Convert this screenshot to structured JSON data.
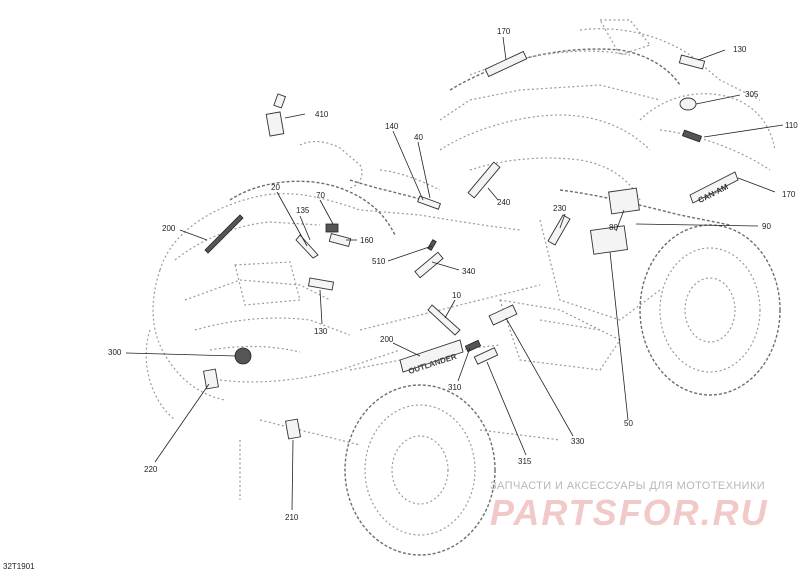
{
  "figure_code": "32T1901",
  "callouts": {
    "c10": "10",
    "c20": "20",
    "c40": "40",
    "c50": "50",
    "c70": "70",
    "c80": "80",
    "c90": "90",
    "c110": "110",
    "c130a": "130",
    "c130b": "130",
    "c135": "135",
    "c140": "140",
    "c160": "160",
    "c170a": "170",
    "c170b": "170",
    "c200a": "200",
    "c200b": "200",
    "c210": "210",
    "c220": "220",
    "c230": "230",
    "c240": "240",
    "c300": "300",
    "c305": "305",
    "c310": "310",
    "c315": "315",
    "c330": "330",
    "c340": "340",
    "c410": "410",
    "c510": "510"
  },
  "watermark": {
    "caption": "ЗАПЧАСТИ И АКСЕССУАРЫ ДЛЯ МОТОТЕХНИКИ",
    "logo": "PARTSFOR.RU"
  },
  "decal_text": {
    "side_model": "OUTLANDER",
    "rear_brand": "CAN-AM"
  }
}
